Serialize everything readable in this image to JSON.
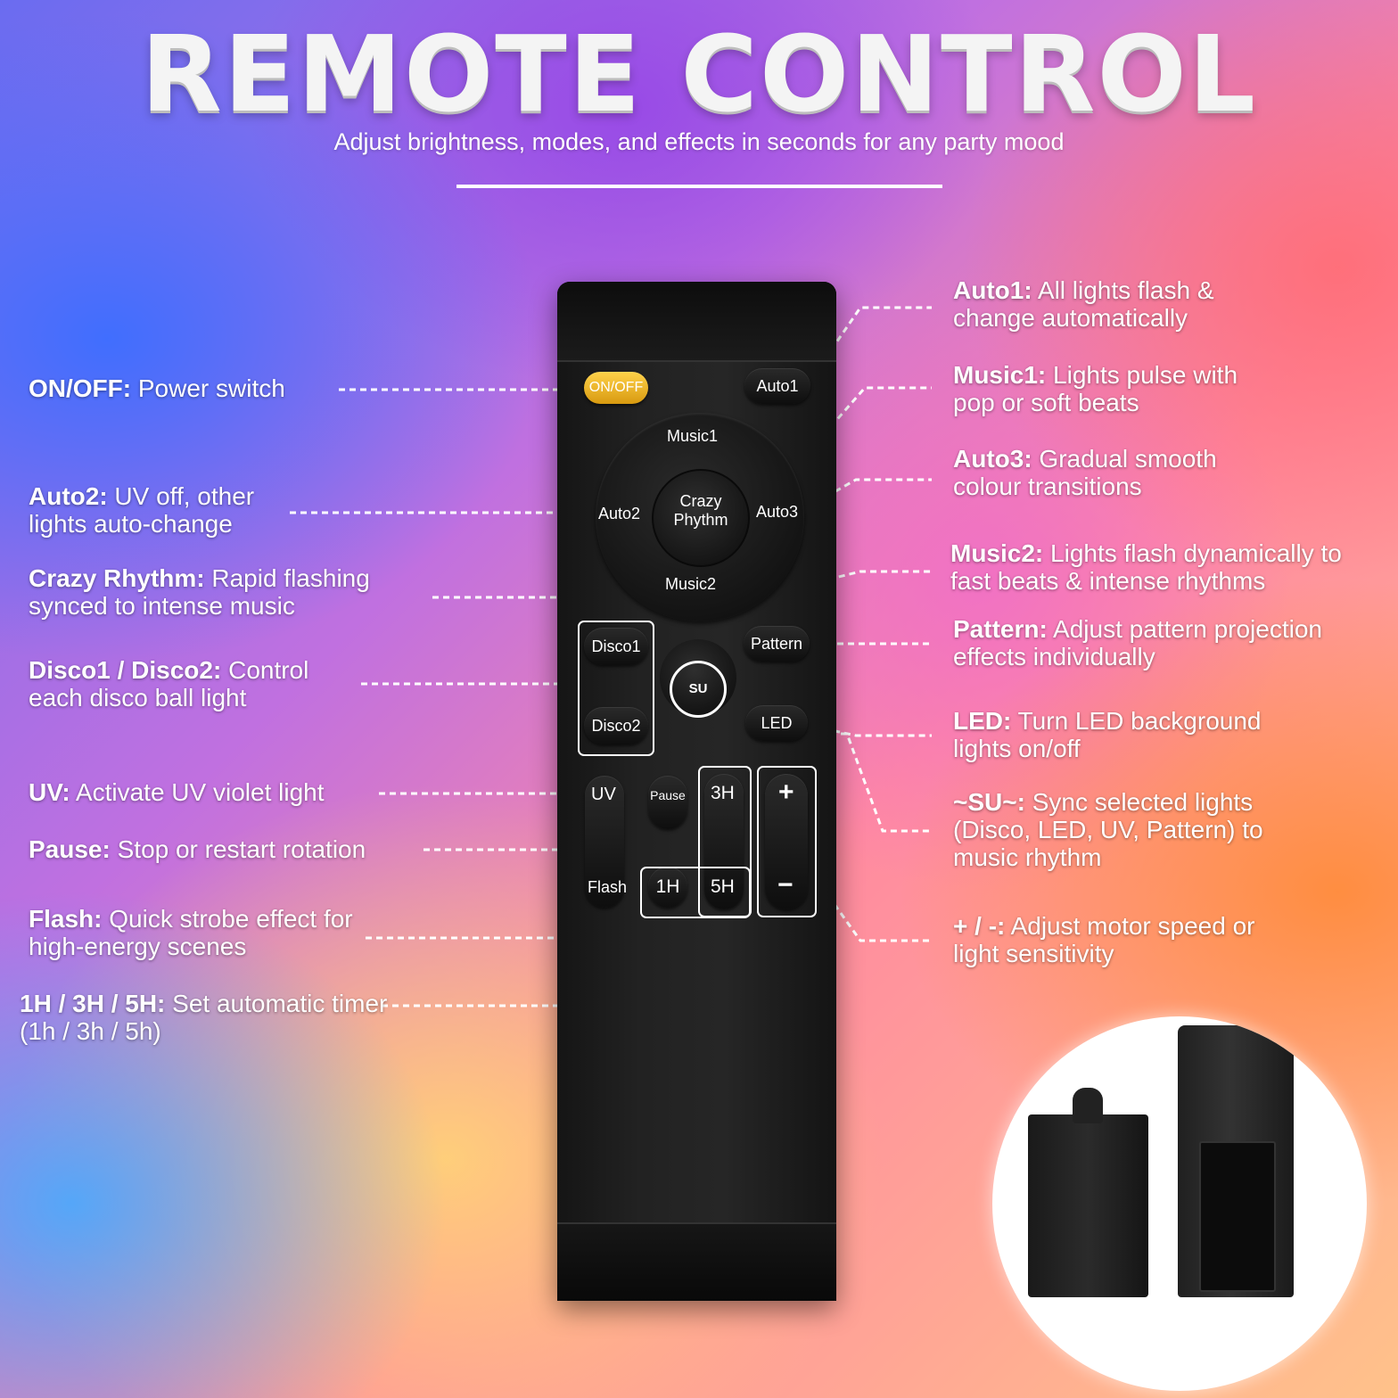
{
  "header": {
    "title": "REMOTE CONTROL",
    "subtitle": "Adjust brightness, modes, and effects in seconds for any party mood"
  },
  "buttons": {
    "on_off": "ON/OFF",
    "auto1": "Auto1",
    "music1": "Music1",
    "auto2": "Auto2",
    "crazy_line1": "Crazy",
    "crazy_line2": "Phythm",
    "auto3": "Auto3",
    "music2": "Music2",
    "disco1": "Disco1",
    "disco2": "Disco2",
    "su": "SU",
    "pattern": "Pattern",
    "led": "LED",
    "uv": "UV",
    "pause": "Pause",
    "h3": "3H",
    "plus": "+",
    "flash": "Flash",
    "h1": "1H",
    "h5": "5H",
    "minus": "−"
  },
  "labels_left": [
    {
      "key": "ON/OFF:",
      "text": " Power switch"
    },
    {
      "key": "Auto2:",
      "text": " UV off, other lights auto-change"
    },
    {
      "key": "Crazy Rhythm:",
      "text": " Rapid flashing synced to intense music"
    },
    {
      "key": "Disco1 / Disco2:",
      "text": " Control each disco ball light"
    },
    {
      "key": "UV:",
      "text": " Activate UV violet light"
    },
    {
      "key": "Pause:",
      "text": " Stop or restart rotation"
    },
    {
      "key": "Flash:",
      "text": " Quick strobe effect for high-energy scenes"
    },
    {
      "key": "1H / 3H / 5H:",
      "text": " Set automatic timer (1h / 3h / 5h)"
    }
  ],
  "labels_right": [
    {
      "key": "Auto1:",
      "text": " All lights flash & change automatically"
    },
    {
      "key": "Music1:",
      "text": " Lights pulse with pop or soft beats"
    },
    {
      "key": "Auto3:",
      "text": " Gradual smooth colour transitions"
    },
    {
      "key": "Music2:",
      "text": " Lights flash dynamically to fast beats & intense rhythms"
    },
    {
      "key": "Pattern:",
      "text": " Adjust pattern projection effects individually"
    },
    {
      "key": "LED:",
      "text": " Turn LED background lights on/off"
    },
    {
      "key": "~SU~:",
      "text": " Sync selected lights (Disco, LED, UV, Pattern) to music rhythm"
    },
    {
      "key": "+ / -:",
      "text": " Adjust motor speed or light sensitivity"
    }
  ],
  "colors": {
    "on_off_button": "#f2b728",
    "remote_body": "#1c1c1c",
    "label_text": "#ffffff"
  }
}
